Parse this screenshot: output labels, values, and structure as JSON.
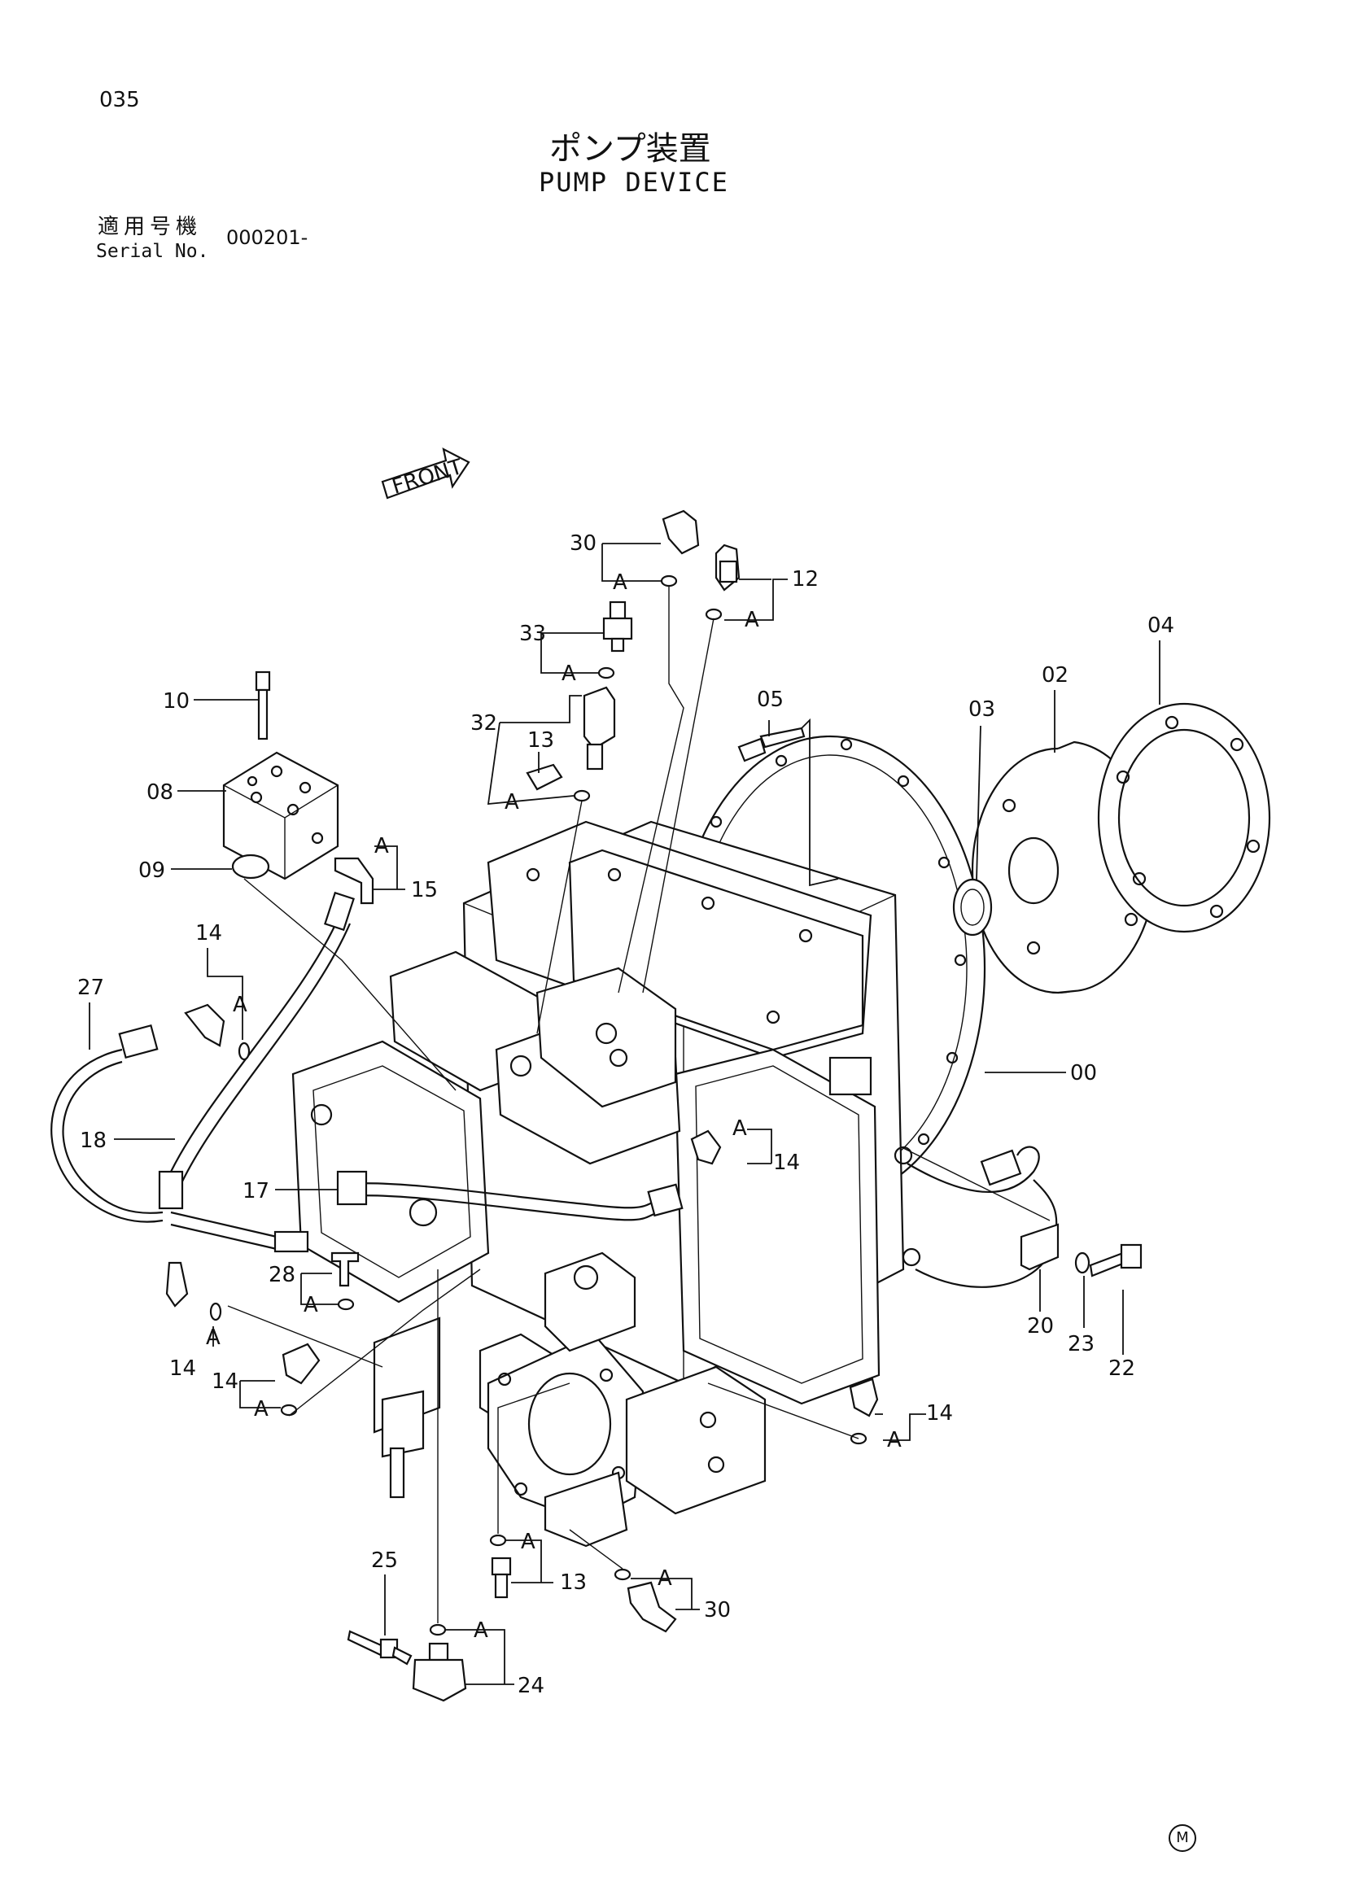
{
  "page": {
    "number": "035",
    "title_ja": "ポンプ装置",
    "title_en": "PUMP DEVICE",
    "serial_label_ja": "適用号機",
    "serial_label_en": "Serial No.",
    "serial_value": "000201-",
    "mark": "M"
  },
  "diagram": {
    "front_label": "FRONT",
    "detail_mark": "A",
    "part_labels": [
      "00",
      "02",
      "03",
      "04",
      "05",
      "08",
      "09",
      "10",
      "12",
      "13",
      "13",
      "14",
      "14",
      "14",
      "14",
      "14",
      "14",
      "15",
      "17",
      "18",
      "20",
      "22",
      "23",
      "24",
      "25",
      "27",
      "28",
      "30",
      "30",
      "32",
      "33"
    ]
  }
}
